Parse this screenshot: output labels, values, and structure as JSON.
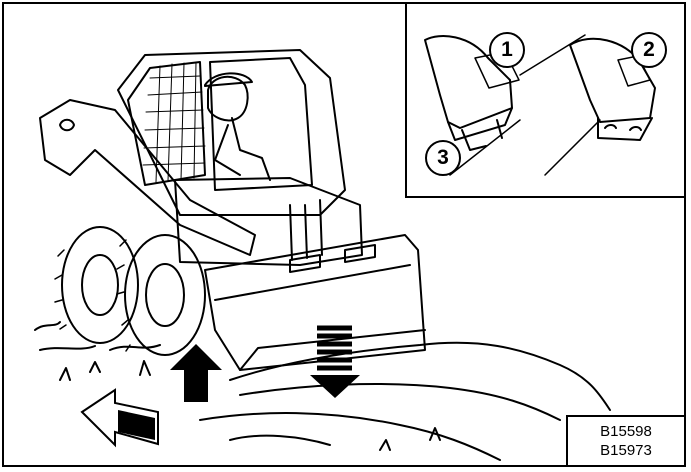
{
  "figure": {
    "callouts": [
      {
        "id": "1",
        "label": "1"
      },
      {
        "id": "2",
        "label": "2"
      },
      {
        "id": "3",
        "label": "3"
      }
    ],
    "reference_codes": [
      "B15598",
      "B15973"
    ],
    "colors": {
      "line": "#000000",
      "background": "#ffffff"
    },
    "icons": [
      "up-arrow-icon",
      "down-arrow-icon",
      "left-arrow-icon"
    ]
  }
}
